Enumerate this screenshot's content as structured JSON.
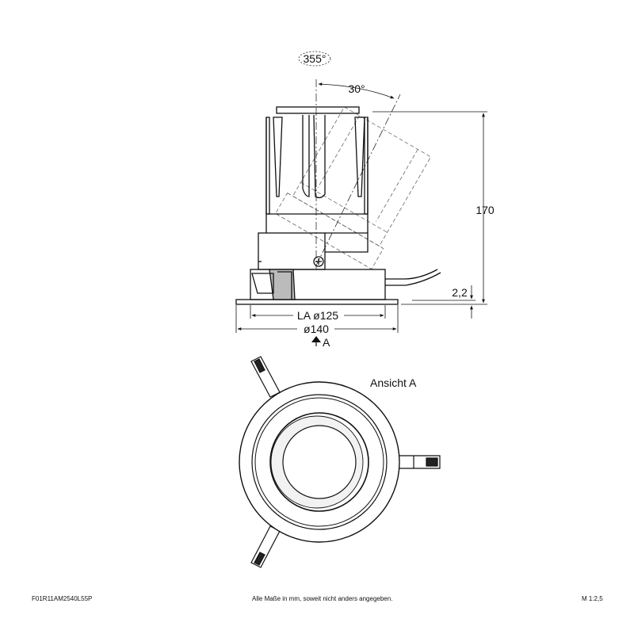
{
  "drawing": {
    "rotation_label": "355°",
    "tilt_label": "30°",
    "height_label": "170",
    "rim_label": "2,2",
    "cutout_label": "LA ø125",
    "diameter_label": "ø140",
    "view_marker_label": "A",
    "view_title": "Ansicht A"
  },
  "footer": {
    "article_code": "F01R11AM2540L55P",
    "note": "Alle Maße in mm, soweit nicht anders angegeben.",
    "scale": "M 1:2,5"
  },
  "colors": {
    "line": "#111111",
    "background": "#ffffff",
    "hidden_line": "#555555"
  }
}
